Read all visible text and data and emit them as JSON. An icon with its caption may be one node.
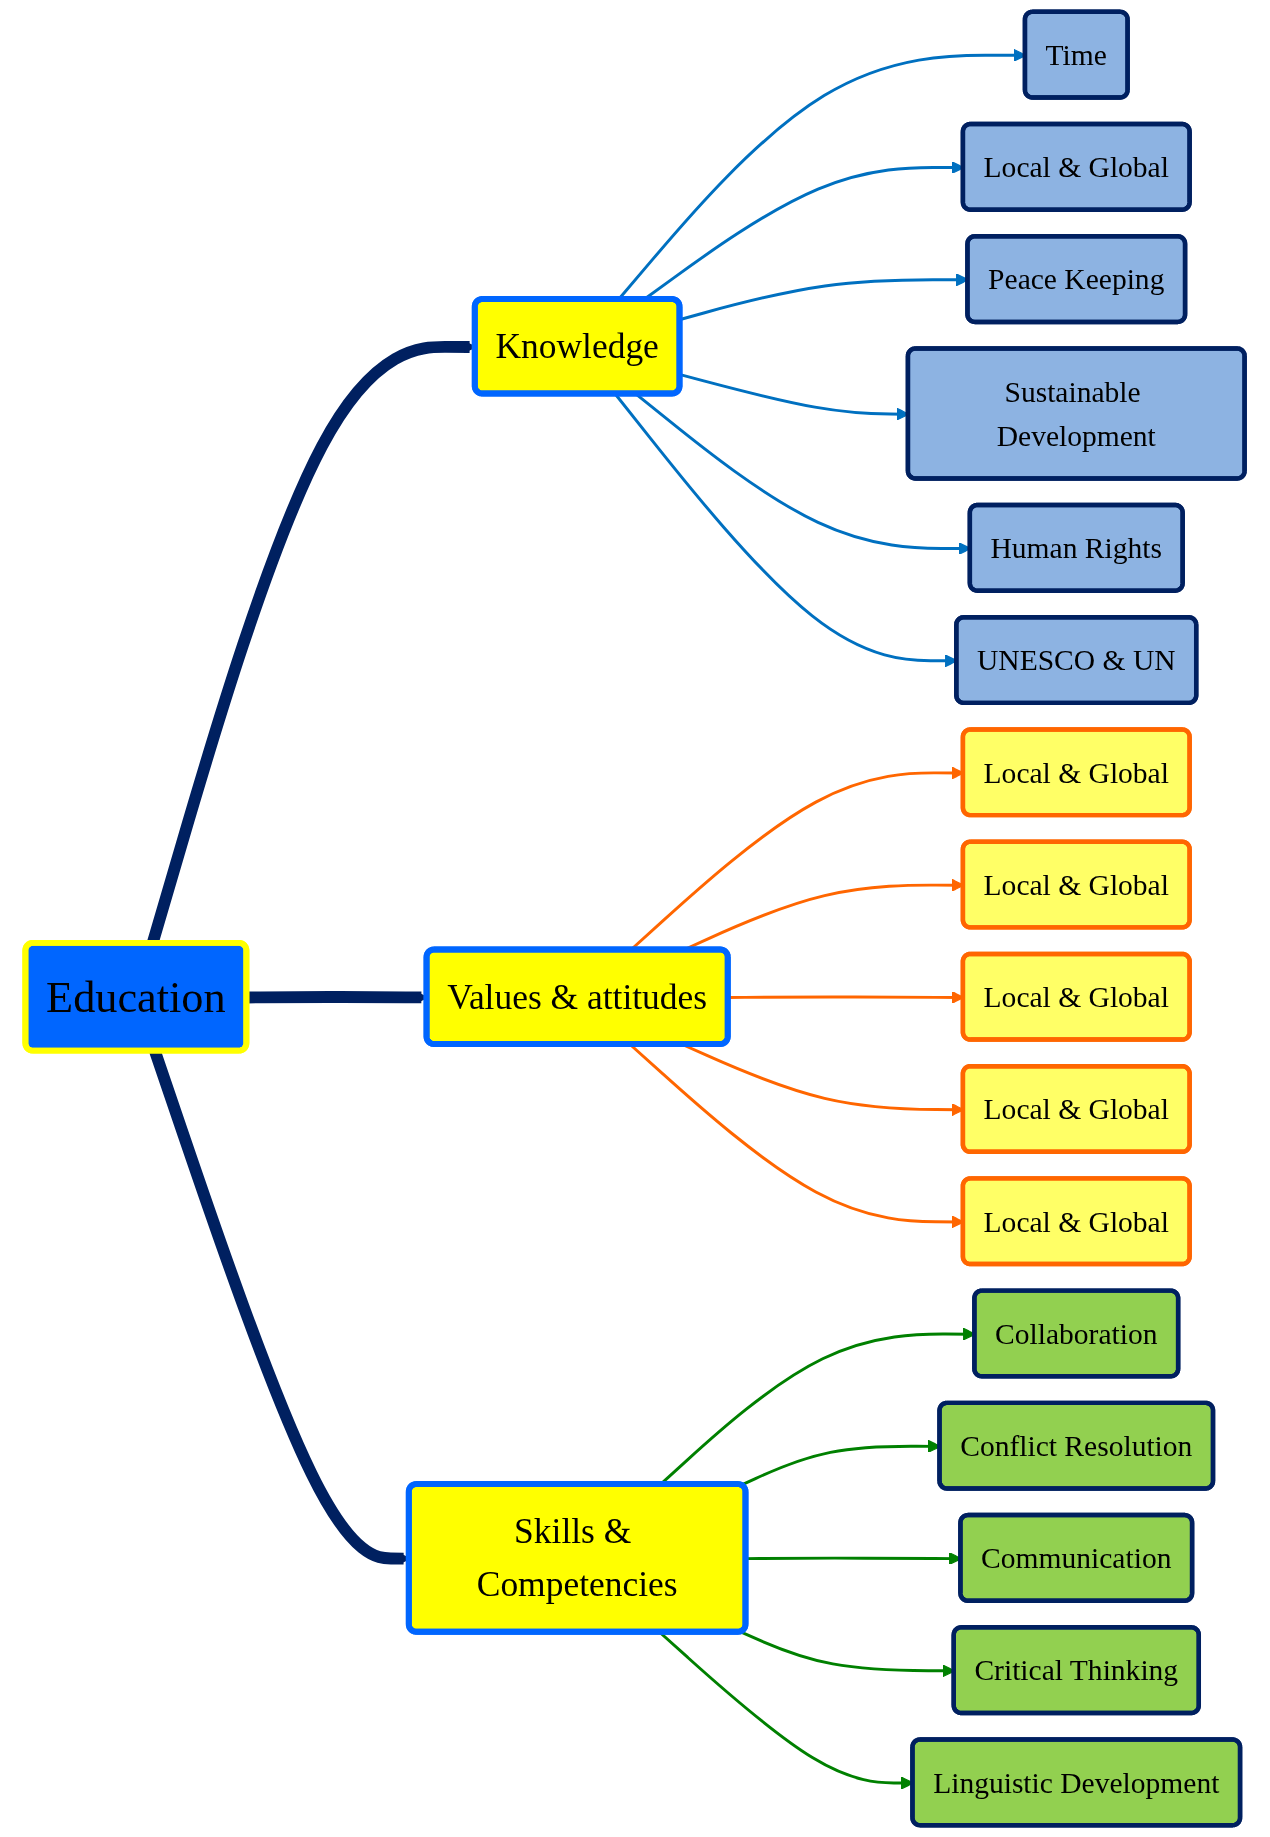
{
  "diagram": {
    "nodes": [
      {
        "text": [
          "Education"
        ]
      },
      {
        "text": [
          "Knowledge"
        ]
      },
      {
        "text": [
          "Values & attitudes"
        ]
      },
      {
        "text": [
          "Skills & Competencies"
        ]
      },
      {
        "text": [
          "Time"
        ]
      },
      {
        "text": [
          "Local & Global"
        ]
      },
      {
        "text": [
          "Peace Keeping"
        ]
      },
      {
        "text": [
          "Sustainable Development"
        ]
      },
      {
        "text": [
          "Human Rights"
        ]
      },
      {
        "text": [
          "UNESCO & UN"
        ]
      },
      {
        "text": [
          "Local & Global"
        ]
      },
      {
        "text": [
          "Local & Global"
        ]
      },
      {
        "text": [
          "Local & Global"
        ]
      },
      {
        "text": [
          "Local & Global"
        ]
      },
      {
        "text": [
          "Local & Global"
        ]
      },
      {
        "text": [
          "Collaboration"
        ]
      },
      {
        "text": [
          "Conflict Resolution"
        ]
      },
      {
        "text": [
          "Communication"
        ]
      },
      {
        "text": [
          "Critical Thinking"
        ]
      },
      {
        "text": [
          "Linguistic Development"
        ]
      }
    ],
    "edges": [
      {
        "from": 0,
        "to": 1,
        "arrow": "to",
        "style": "thick",
        "color": "#002060"
      },
      {
        "from": 0,
        "to": 2,
        "arrow": "to",
        "style": "thick",
        "color": "#002060"
      },
      {
        "from": 0,
        "to": 3,
        "arrow": "to",
        "style": "thick",
        "color": "#002060"
      },
      {
        "from": 1,
        "to": 4,
        "arrow": "to"
      },
      {
        "from": 1,
        "to": 5,
        "arrow": "to"
      },
      {
        "from": 1,
        "to": 6,
        "arrow": "to"
      },
      {
        "from": 1,
        "to": 7,
        "arrow": "to"
      },
      {
        "from": 1,
        "to": 8,
        "arrow": "to"
      },
      {
        "from": 1,
        "to": 9,
        "arrow": "to"
      },
      {
        "from": 2,
        "to": 10,
        "arrow": "to",
        "color": "#ff6600"
      },
      {
        "from": 2,
        "to": 11,
        "arrow": "to",
        "color": "#ff6600"
      },
      {
        "from": 2,
        "to": 12,
        "arrow": "to",
        "color": "#ff6600"
      },
      {
        "from": 2,
        "to": 13,
        "arrow": "to",
        "color": "#ff6600"
      },
      {
        "from": 2,
        "to": 14,
        "arrow": "to",
        "color": "#ff6600"
      },
      {
        "from": 3,
        "to": 15,
        "arrow": "to",
        "color": "#008000"
      },
      {
        "from": 3,
        "to": 16,
        "arrow": "to",
        "color": "#008000"
      },
      {
        "from": 3,
        "to": 17,
        "arrow": "to",
        "color": "#008000"
      },
      {
        "from": 3,
        "to": 18,
        "arrow": "to",
        "color": "#008000"
      },
      {
        "from": 3,
        "to": 19,
        "arrow": "to",
        "color": "#008000"
      }
    ]
  }
}
